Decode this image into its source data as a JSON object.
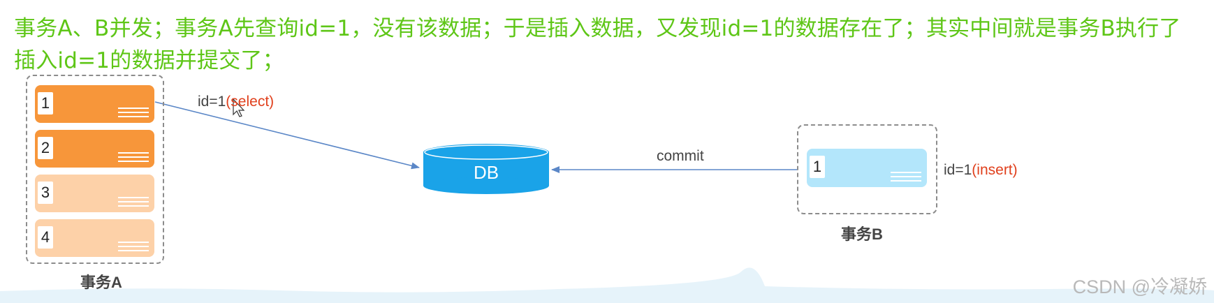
{
  "caption": "事务A、B并发；事务A先查询id=1，没有该数据；于是插入数据，又发现id=1的数据存在了；其实中间就是事务B执行了插入id=1的数据并提交了；",
  "transaction_a": {
    "label": "事务A",
    "rows": [
      "1",
      "2",
      "3",
      "4"
    ]
  },
  "transaction_b": {
    "label": "事务B",
    "rows": [
      "1"
    ]
  },
  "select_query": {
    "prefix": "id=1",
    "keyword": "(select)"
  },
  "insert_query": {
    "prefix": "id=1",
    "keyword": "(insert)"
  },
  "commit_label": "commit",
  "db_label": "DB",
  "watermark": "CSDN @冷凝娇",
  "colors": {
    "caption": "#5ec617",
    "row_active": "#f7963a",
    "row_inactive": "#fdd1a8",
    "row_b": "#b3e6fb",
    "db": "#1aa3e8",
    "arrow": "#5b87c7",
    "keyword": "#e0401d"
  }
}
